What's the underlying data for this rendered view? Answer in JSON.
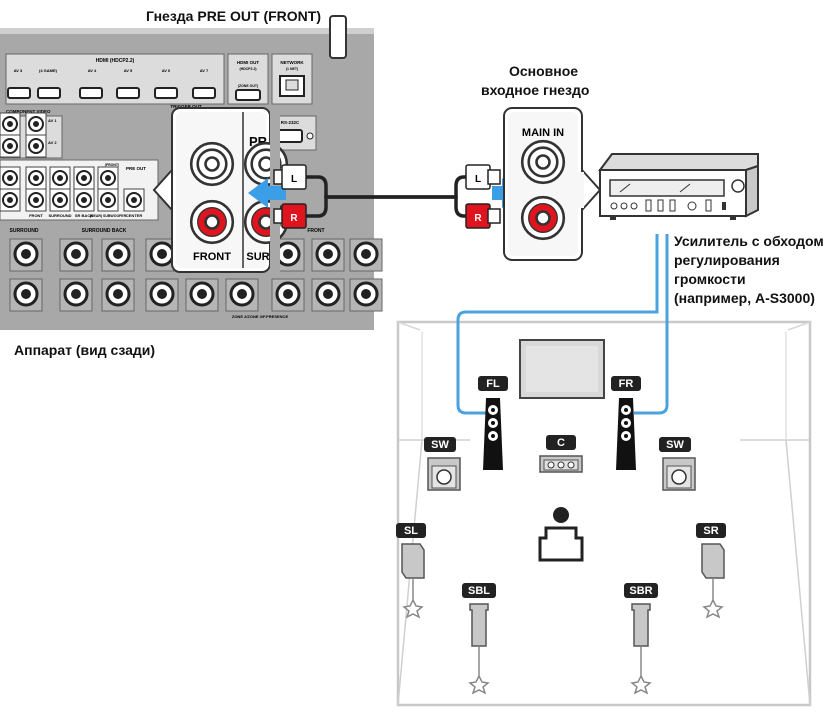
{
  "labels": {
    "pre_out_title": "Гнезда PRE OUT (FRONT)",
    "main_in_title_line1": "Основное",
    "main_in_title_line2": "входное гнездо",
    "amp_caption_line1": "Усилитель с обходом",
    "amp_caption_line2": "регулирования",
    "amp_caption_line3": "громкости",
    "amp_caption_line4": "(например, A-S3000)",
    "unit_caption": "Аппарат (вид сзади)"
  },
  "panel": {
    "hdmi_header": "HDMI (HDCP2.2)",
    "hdmi_inputs": [
      "AV 3",
      "(4 GAME)",
      "AV 4",
      "AV 5",
      "AV 6",
      "AV 7"
    ],
    "hdmi_out": "HDMI OUT",
    "hdmi_out_sub": "(HDCP2.2)",
    "zone_out": "(ZONE OUT)",
    "network": "NETWORK",
    "network_sub": "(1 NET)",
    "trigger_out": "TRIGGER OUT",
    "rs232c": "RS-232C",
    "component_video": "COMPONENT VIDEO",
    "av1": "AV 1",
    "av2": "AV 2",
    "pre_out": "PRE OUT",
    "front_small": "(FRONT)",
    "bottom_labels": [
      "FRONT",
      "SURROUND",
      "SR BACK",
      "(REAR) SUBWOOFER",
      "CENTER"
    ],
    "surround_label": "SURROUND",
    "surround_back_label": "SURROUND BACK",
    "front_label": "FRONT",
    "zone_label": "ZONE 2/ZONE 3/F.PRESENCE"
  },
  "zoom": {
    "pr": "PR",
    "front": "FRONT",
    "sur": "SUR"
  },
  "cables": {
    "left": "L",
    "right": "R"
  },
  "main_in": {
    "title": "MAIN IN"
  },
  "speakers": {
    "fl": "FL",
    "fr": "FR",
    "c": "C",
    "sw_left": "SW",
    "sw_right": "SW",
    "sl": "SL",
    "sr": "SR",
    "sbl": "SBL",
    "sbr": "SBR"
  },
  "colors": {
    "arrow_blue": "#3b9ee6",
    "wire_blue": "#4aa3df",
    "jack_red": "#e0141e",
    "tag_dark": "#222222",
    "panel_gray": "#a8a8a8",
    "room_gray": "#c8c8c8"
  }
}
